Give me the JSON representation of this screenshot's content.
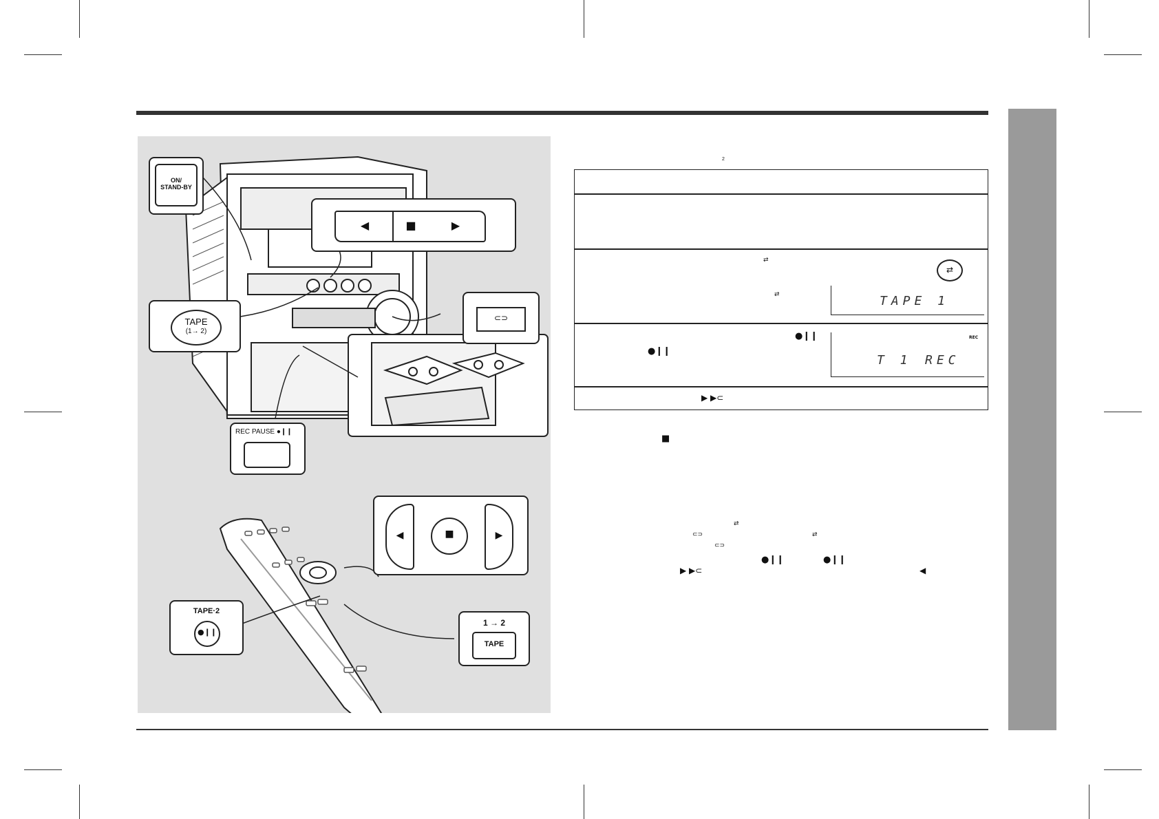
{
  "illustration": {
    "main_unit": {
      "on_standby_label": "ON/\nSTAND-BY",
      "tape_label": "TAPE",
      "tape_sub_label": "(1→ 2)",
      "rec_pause_label": "REC PAUSE ●❙❙"
    },
    "remote": {
      "tape2_label": "TAPE·2",
      "tape_1to2_label": "1 → 2",
      "tape_button_label": "TAPE"
    },
    "deck_buttons": {
      "rewind": "◀",
      "stop": "■",
      "play": "▶"
    }
  },
  "text": {
    "superscript_2": "2",
    "reverse_symbol": "⇄",
    "rec_pause_symbol": "●❙❙",
    "play_symbols": "▶ ▶⊂",
    "stop_symbol": "■",
    "rewind_symbol": "◀",
    "tape_mode_symbol": "⊂⊃"
  },
  "display": {
    "lcd1": "TAPE 1",
    "lcd2_left": "T 1",
    "lcd2_right": "REC",
    "rec_indicator": "REC"
  },
  "colors": {
    "rule": "#333333",
    "tab": "#9a9a9a",
    "panel": "#e0e0e0"
  }
}
